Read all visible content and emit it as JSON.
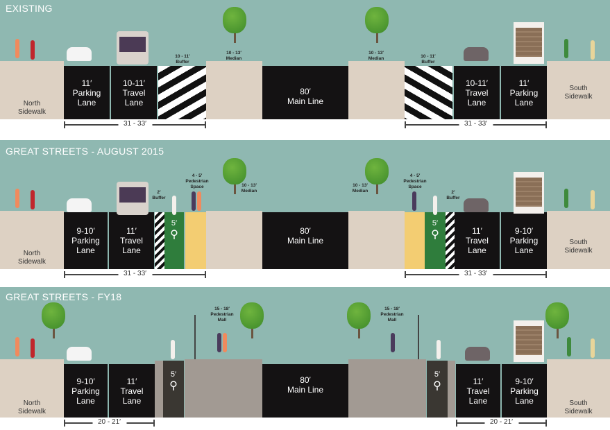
{
  "panels": [
    {
      "title": "EXISTING",
      "north_sidewalk": "North\nSidewalk",
      "south_sidewalk": "South\nSidewalk",
      "lanes": {
        "parking_w": "11′",
        "parking": "Parking\nLane",
        "travel_w": "10-11′",
        "travel": "Travel\nLane",
        "main_w": "80′",
        "main": "Main Line"
      },
      "notes": {
        "buffer": "10 - 11′\nBuffer",
        "median": "10 - 13′\nMedian"
      },
      "dims": {
        "left": "31 - 33′",
        "right": "31 - 33′"
      }
    },
    {
      "title": "GREAT STREETS - AUGUST 2015",
      "north_sidewalk": "North\nSidewalk",
      "south_sidewalk": "South\nSidewalk",
      "lanes": {
        "parking_w": "9-10′",
        "parking": "Parking\nLane",
        "travel_w": "11′",
        "travel": "Travel\nLane",
        "bike_w": "5′",
        "main_w": "80′",
        "main": "Main Line"
      },
      "notes": {
        "buffer": "2′\nBuffer",
        "ped": "4 - 5′\nPedestrian\nSpace",
        "median": "10 - 13′\nMedian"
      },
      "dims": {
        "left": "31 - 33′",
        "right": "31 - 33′"
      }
    },
    {
      "title": "GREAT STREETS - FY18",
      "north_sidewalk": "North\nSidewalk",
      "south_sidewalk": "South\nSidewalk",
      "lanes": {
        "parking_w": "9-10′",
        "parking": "Parking\nLane",
        "travel_w": "11′",
        "travel": "Travel\nLane",
        "bike_w": "5′",
        "main_w": "80′",
        "main": "Main Line"
      },
      "notes": {
        "mall": "15 - 18′\nPedestrian\nMall"
      },
      "dims": {
        "left": "20 - 21′",
        "right": "20 - 21′"
      }
    }
  ],
  "colors": {
    "sky": "#8fb8b1",
    "sidewalk": "#ddd1c3",
    "road": "#141213",
    "bike_lane": "#2f7d3c",
    "ped_space": "#f3cd72",
    "mall": "#a29a93"
  }
}
